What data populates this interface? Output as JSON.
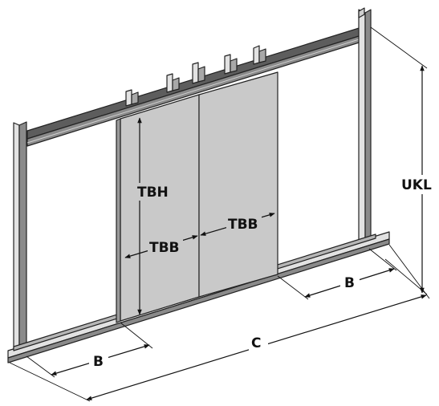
{
  "labels": {
    "tbh": "TBH",
    "tbb_left": "TBB",
    "tbb_right": "TBB",
    "ukl": "UKL",
    "b_left": "B",
    "b_right": "B",
    "c": "C"
  },
  "colors": {
    "panel_fill": "#c9c9c9",
    "panel_edge": "#9a9a9a",
    "steel_light": "#e2e2e2",
    "steel_dark": "#7a7a7a",
    "rail_top": "#5d5d5d",
    "outline": "#222222",
    "dimension": "#111111"
  }
}
